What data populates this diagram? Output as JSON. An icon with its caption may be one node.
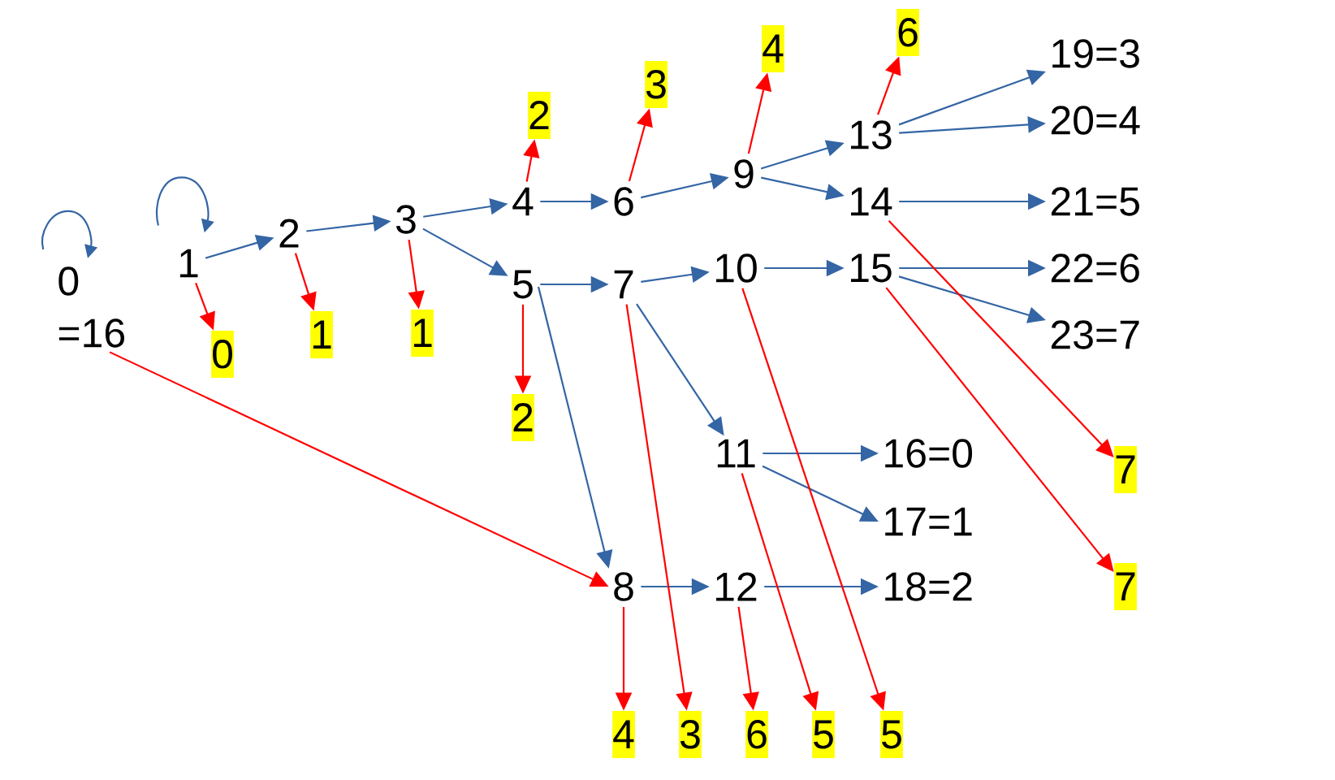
{
  "diagram": {
    "nodes": [
      {
        "text": [
          "0 =16"
        ]
      },
      {
        "text": [
          "1"
        ]
      },
      {
        "text": [
          "2"
        ]
      },
      {
        "text": [
          "3"
        ]
      },
      {
        "text": [
          "4"
        ]
      },
      {
        "text": [
          "5"
        ]
      },
      {
        "text": [
          "6"
        ]
      },
      {
        "text": [
          "7"
        ]
      },
      {
        "text": [
          "8"
        ]
      },
      {
        "text": [
          "9"
        ]
      },
      {
        "text": [
          "10"
        ]
      },
      {
        "text": [
          "11"
        ]
      },
      {
        "text": [
          "12"
        ]
      },
      {
        "text": [
          "13"
        ]
      },
      {
        "text": [
          "14"
        ]
      },
      {
        "text": [
          "15"
        ]
      },
      {
        "text": [
          "16=0"
        ]
      },
      {
        "text": [
          "17=1"
        ]
      },
      {
        "text": [
          "18=2"
        ]
      },
      {
        "text": [
          "19=3"
        ]
      },
      {
        "text": [
          "20=4"
        ]
      },
      {
        "text": [
          "21=5"
        ]
      },
      {
        "text": [
          "22=6"
        ]
      },
      {
        "text": [
          "23=7"
        ]
      },
      {
        "text": [
          "0"
        ]
      },
      {
        "text": [
          "1"
        ]
      },
      {
        "text": [
          "1"
        ]
      },
      {
        "text": [
          "2"
        ]
      },
      {
        "text": [
          "2"
        ]
      },
      {
        "text": [
          "3"
        ]
      },
      {
        "text": [
          "4"
        ]
      },
      {
        "text": [
          "6"
        ]
      },
      {
        "text": [
          "7"
        ]
      },
      {
        "text": [
          "7"
        ]
      },
      {
        "text": [
          "4"
        ]
      },
      {
        "text": [
          "3"
        ]
      },
      {
        "text": [
          "6"
        ]
      },
      {
        "text": [
          "5"
        ]
      },
      {
        "text": [
          "5"
        ]
      }
    ],
    "edges": [
      {
        "from": 0,
        "to": 0,
        "arrow": "to"
      },
      {
        "from": 1,
        "to": 1,
        "arrow": "to"
      },
      {
        "from": 1,
        "to": 2,
        "arrow": "to"
      },
      {
        "from": 2,
        "to": 3,
        "arrow": "to"
      },
      {
        "from": 3,
        "to": 4,
        "arrow": "to"
      },
      {
        "from": 3,
        "to": 5,
        "arrow": "to"
      },
      {
        "from": 4,
        "to": 6,
        "arrow": "to"
      },
      {
        "from": 5,
        "to": 7,
        "arrow": "to"
      },
      {
        "from": 5,
        "to": 8,
        "arrow": "to"
      },
      {
        "from": 6,
        "to": 9,
        "arrow": "to"
      },
      {
        "from": 7,
        "to": 10,
        "arrow": "to"
      },
      {
        "from": 7,
        "to": 11,
        "arrow": "to"
      },
      {
        "from": 8,
        "to": 12,
        "arrow": "to"
      },
      {
        "from": 9,
        "to": 13,
        "arrow": "to"
      },
      {
        "from": 9,
        "to": 14,
        "arrow": "to"
      },
      {
        "from": 10,
        "to": 15,
        "arrow": "to"
      },
      {
        "from": 11,
        "to": 16,
        "arrow": "to"
      },
      {
        "from": 11,
        "to": 17,
        "arrow": "to"
      },
      {
        "from": 12,
        "to": 18,
        "arrow": "to"
      },
      {
        "from": 13,
        "to": 19,
        "arrow": "to"
      },
      {
        "from": 13,
        "to": 20,
        "arrow": "to"
      },
      {
        "from": 14,
        "to": 21,
        "arrow": "to"
      },
      {
        "from": 15,
        "to": 22,
        "arrow": "to"
      },
      {
        "from": 15,
        "to": 23,
        "arrow": "to"
      },
      {
        "from": 0,
        "to": 8,
        "arrow": "to",
        "color": "#ff0000"
      },
      {
        "from": 1,
        "to": 24,
        "arrow": "to",
        "color": "#ff0000"
      },
      {
        "from": 2,
        "to": 25,
        "arrow": "to",
        "color": "#ff0000"
      },
      {
        "from": 3,
        "to": 26,
        "arrow": "to",
        "color": "#ff0000"
      },
      {
        "from": 4,
        "to": 27,
        "arrow": "to",
        "color": "#ff0000"
      },
      {
        "from": 5,
        "to": 28,
        "arrow": "to",
        "color": "#ff0000"
      },
      {
        "from": 6,
        "to": 29,
        "arrow": "to",
        "color": "#ff0000"
      },
      {
        "from": 7,
        "to": 35,
        "arrow": "to",
        "color": "#ff0000"
      },
      {
        "from": 8,
        "to": 34,
        "arrow": "to",
        "color": "#ff0000"
      },
      {
        "from": 9,
        "to": 30,
        "arrow": "to",
        "color": "#ff0000"
      },
      {
        "from": 10,
        "to": 38,
        "arrow": "to",
        "color": "#ff0000"
      },
      {
        "from": 11,
        "to": 37,
        "arrow": "to",
        "color": "#ff0000"
      },
      {
        "from": 12,
        "to": 36,
        "arrow": "to",
        "color": "#ff0000"
      },
      {
        "from": 13,
        "to": 31,
        "arrow": "to",
        "color": "#ff0000"
      },
      {
        "from": 14,
        "to": 32,
        "arrow": "to",
        "color": "#ff0000"
      },
      {
        "from": 15,
        "to": 33,
        "arrow": "to",
        "color": "#ff0000"
      }
    ]
  }
}
